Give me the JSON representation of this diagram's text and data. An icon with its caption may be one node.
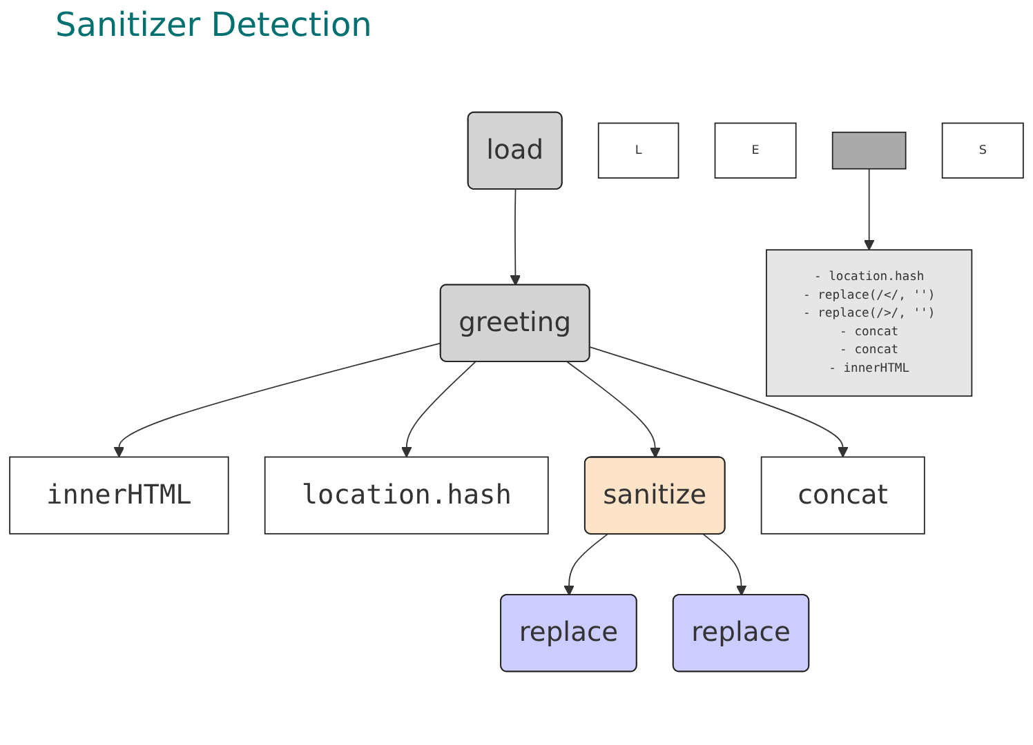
{
  "diagram": {
    "title": "Sanitizer Detection",
    "nodes": [
      {
        "text": [
          "load"
        ]
      },
      {
        "text": [
          "greeting"
        ]
      },
      {
        "text": [
          "innerHTML"
        ]
      },
      {
        "text": [
          "location.hash"
        ]
      },
      {
        "text": [
          "sanitize"
        ]
      },
      {
        "text": [
          "concat"
        ]
      },
      {
        "text": [
          "replace"
        ]
      },
      {
        "text": [
          "replace"
        ]
      },
      {
        "text": [
          "- location.hash",
          "- replace(/</, '')",
          "- replace(/>/, '')",
          "- concat",
          "- concat",
          "- innerHTML"
        ]
      },
      {
        "text": [
          "L"
        ]
      },
      {
        "text": [
          "E"
        ]
      },
      {
        "text": [],
        "shape": "box"
      },
      {
        "text": [
          "S"
        ]
      }
    ],
    "edges": [
      {
        "from": 0,
        "to": 1,
        "arrow": "to"
      },
      {
        "from": 1,
        "to": 2,
        "arrow": "to"
      },
      {
        "from": 1,
        "to": 3,
        "arrow": "to"
      },
      {
        "from": 1,
        "to": 4,
        "arrow": "to"
      },
      {
        "from": 1,
        "to": 5,
        "arrow": "to"
      },
      {
        "from": 4,
        "to": 6,
        "arrow": "to"
      },
      {
        "from": 4,
        "to": 7,
        "arrow": "to"
      },
      {
        "from": 11,
        "to": 8,
        "arrow": "to"
      }
    ]
  }
}
